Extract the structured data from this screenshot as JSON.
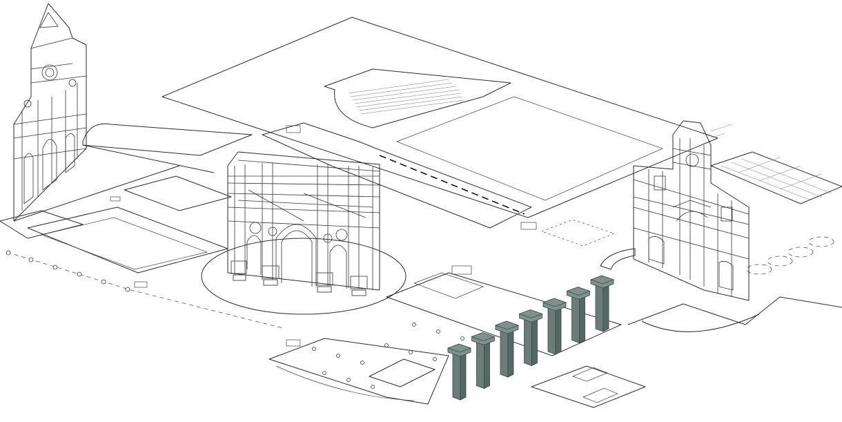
{
  "drawing": {
    "colors": {
      "line": "#2a2a2a",
      "column_fill": "#6b7d78",
      "column_shade": "#566864",
      "background": "#ffffff"
    },
    "elements": [
      {
        "name": "church-facade-left",
        "icon": "facade-wireframe"
      },
      {
        "name": "triumphal-arch",
        "icon": "arch-wireframe"
      },
      {
        "name": "baroque-facade-right",
        "icon": "facade-wireframe"
      },
      {
        "name": "colonnade",
        "icon": "column-solid",
        "count": 7
      },
      {
        "name": "site-plan",
        "icon": "floor-plan-lines"
      }
    ]
  }
}
